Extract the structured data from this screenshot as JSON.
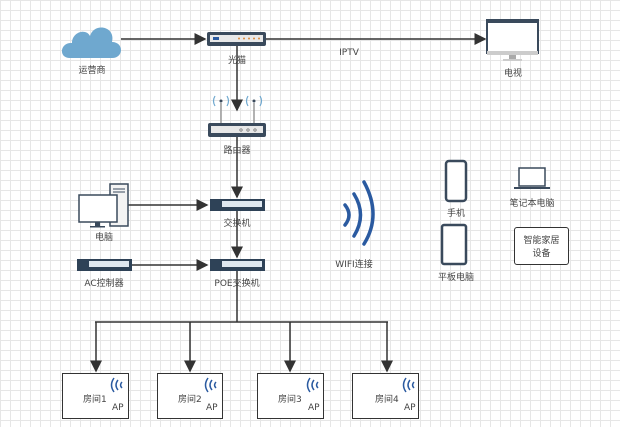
{
  "nodes": {
    "isp": "运营商",
    "modem": "光猫",
    "tv": "电视",
    "iptv_link": "IPTV",
    "router": "路由器",
    "switch": "交换机",
    "pc": "电脑",
    "ac": "AC控制器",
    "poe": "POE交换机",
    "wifi": "WIFI连接",
    "phone": "手机",
    "laptop": "笔记本电脑",
    "tablet": "平板电脑",
    "smart_home": [
      "智能家居",
      "设备"
    ]
  },
  "rooms": [
    {
      "name": "房间1",
      "ap": "AP"
    },
    {
      "name": "房间2",
      "ap": "AP"
    },
    {
      "name": "房间3",
      "ap": "AP"
    },
    {
      "name": "房间4",
      "ap": "AP"
    }
  ],
  "colors": {
    "cloud": "#6fa8cf",
    "wifi": "#2a5aa0",
    "device": "#3a4a5c",
    "line": "#333333"
  }
}
